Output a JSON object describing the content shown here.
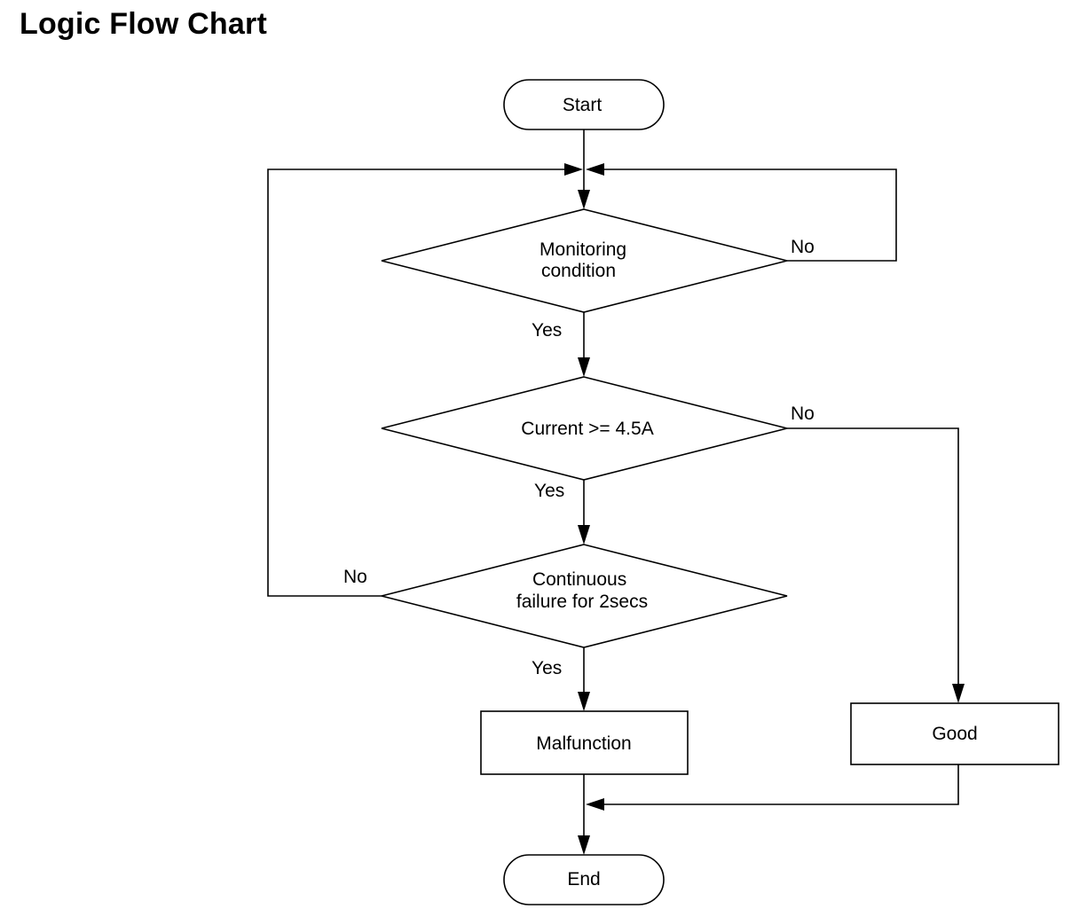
{
  "title": "Logic Flow Chart",
  "nodes": {
    "start": "Start",
    "monitoring_line1": "Monitoring",
    "monitoring_line2": "condition",
    "current": "Current >= 4.5A",
    "continuous_line1": "Continuous",
    "continuous_line2": "failure for 2secs",
    "malfunction": "Malfunction",
    "good": "Good",
    "end": "End"
  },
  "edge_labels": {
    "monitoring_yes": "Yes",
    "monitoring_no": "No",
    "current_yes": "Yes",
    "current_no": "No",
    "continuous_yes": "Yes",
    "continuous_no": "No"
  },
  "colors": {
    "line": "#000000",
    "background": "#ffffff"
  }
}
